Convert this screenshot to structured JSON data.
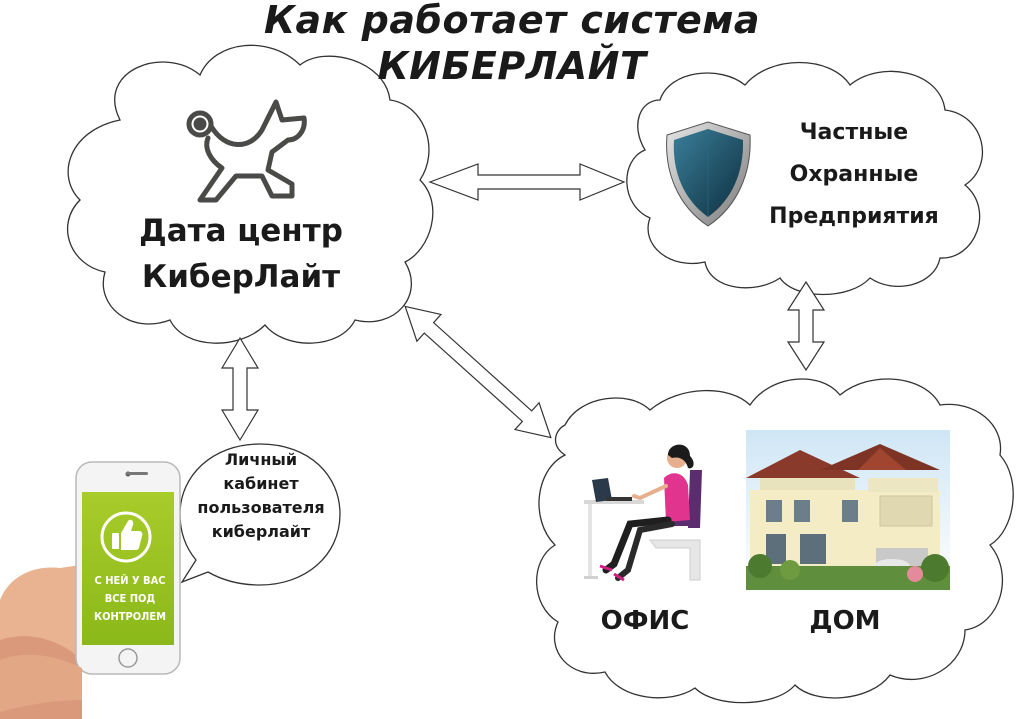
{
  "title": {
    "line1": "Как работает система",
    "line2": "КИБЕРЛАЙТ"
  },
  "nodes": {
    "datacenter": {
      "line1": "Дата центр",
      "line2": "КиберЛайт",
      "icon": "robot-dog-icon"
    },
    "security": {
      "line1": "Частные",
      "line2": "Охранные",
      "line3": "Предприятия",
      "icon": "shield-icon"
    },
    "cabinet": {
      "line1": "Личный",
      "line2": "кабинет",
      "line3": "пользователя",
      "line4": "киберлайт"
    },
    "phone": {
      "screen_line1": "С НЕЙ У ВАС",
      "screen_line2": "ВСЕ ПОД",
      "screen_line3": "КОНТРОЛЕМ",
      "icon": "thumbs-up-icon",
      "accent": "#9bc51e"
    },
    "office": {
      "label": "ОФИС"
    },
    "home": {
      "label": "ДОМ"
    }
  },
  "colors": {
    "cloud_stroke": "#333333",
    "shield": "#1e4d63",
    "house_wall": "#f3ecc4",
    "roof": "#8a3a2a"
  }
}
